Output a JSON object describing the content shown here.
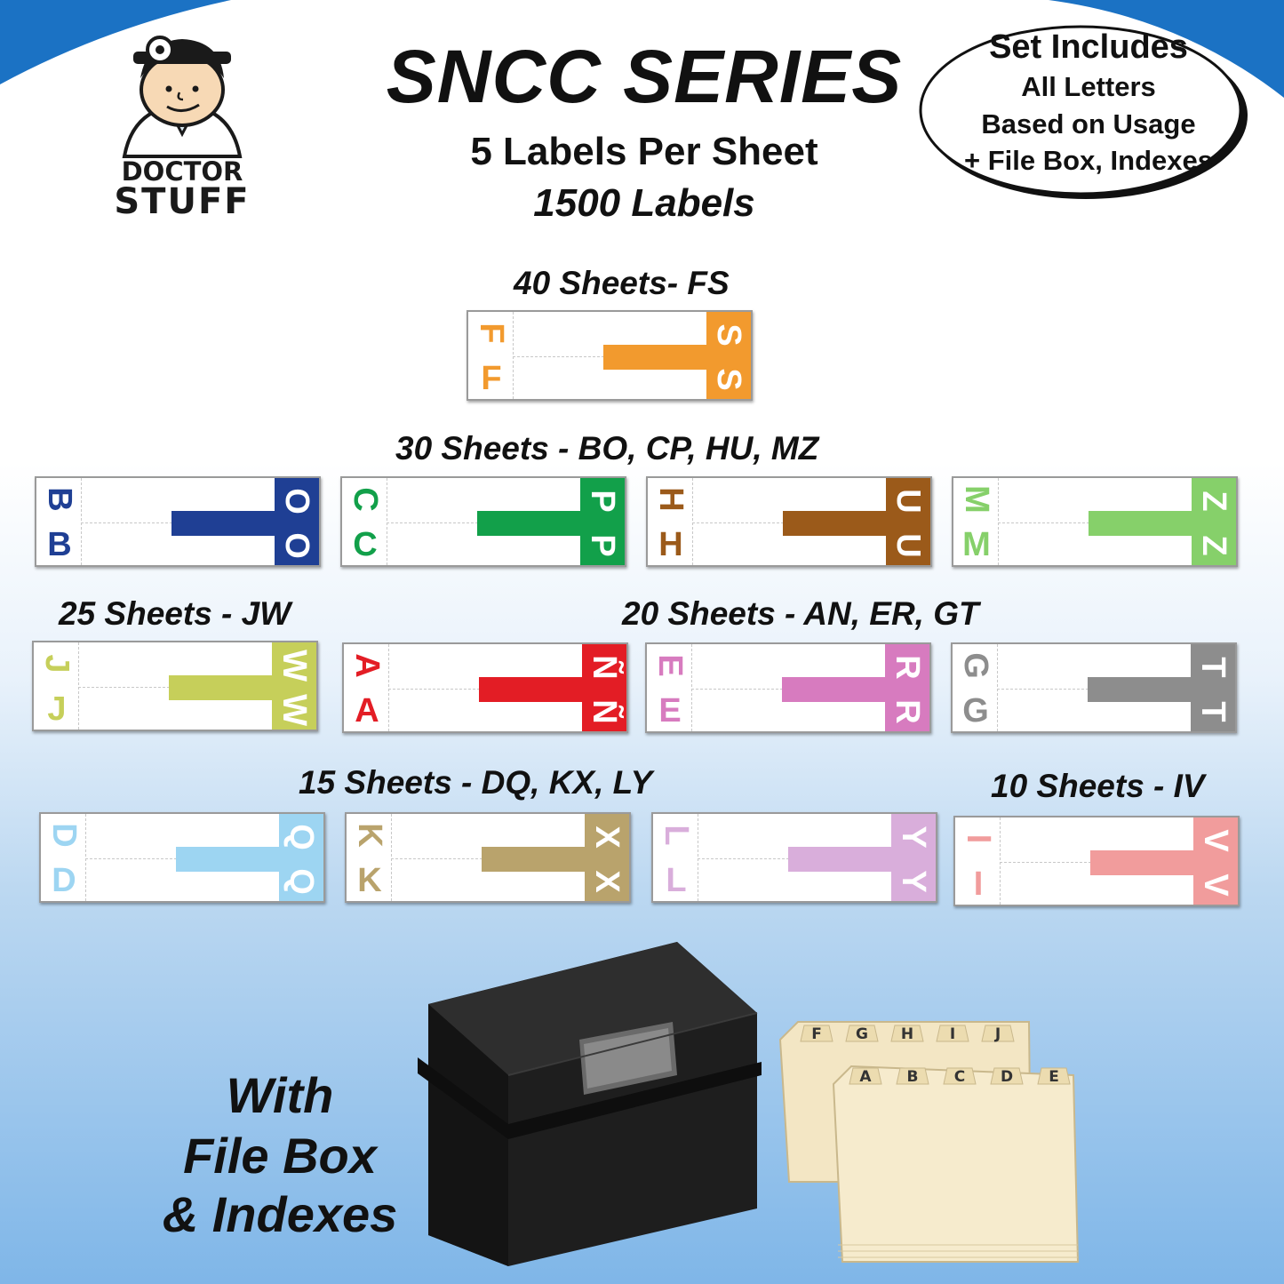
{
  "brand": {
    "line1": "DOCTOR",
    "line2": "STUFF"
  },
  "header": {
    "title": "SNCC SERIES",
    "subtitle": "5 Labels Per Sheet",
    "count": "1500 Labels"
  },
  "set_includes": {
    "heading": "Set Includes",
    "lines": [
      "All Letters",
      "Based on Usage",
      "+ File Box, Indexes"
    ]
  },
  "groups": [
    {
      "heading": "40 Sheets- FS"
    },
    {
      "heading": "30 Sheets - BO, CP, HU, MZ"
    },
    {
      "heading": "25 Sheets - JW"
    },
    {
      "heading": "20 Sheets - AN, ER, GT"
    },
    {
      "heading": "15 Sheets - DQ, KX, LY"
    },
    {
      "heading": "10 Sheets - IV"
    }
  ],
  "labels": [
    {
      "left": "F",
      "right": "S",
      "color": "#f29a2e"
    },
    {
      "left": "B",
      "right": "O",
      "color": "#1f3f94"
    },
    {
      "left": "C",
      "right": "P",
      "color": "#12a04a"
    },
    {
      "left": "H",
      "right": "U",
      "color": "#9b5a1a"
    },
    {
      "left": "M",
      "right": "Z",
      "color": "#86d06a"
    },
    {
      "left": "J",
      "right": "W",
      "color": "#c6cf5a"
    },
    {
      "left": "A",
      "right": "Ñ",
      "color": "#e31d25"
    },
    {
      "left": "E",
      "right": "R",
      "color": "#d77bbf"
    },
    {
      "left": "G",
      "right": "T",
      "color": "#8d8d8d"
    },
    {
      "left": "D",
      "right": "Q",
      "color": "#9dd5f2"
    },
    {
      "left": "K",
      "right": "X",
      "color": "#b9a36c"
    },
    {
      "left": "L",
      "right": "Y",
      "color": "#d9aedb"
    },
    {
      "left": "I",
      "right": "V",
      "color": "#f19c9c"
    }
  ],
  "index_tabs": {
    "back": [
      "F",
      "G",
      "H",
      "I",
      "J"
    ],
    "front": [
      "A",
      "B",
      "C",
      "D",
      "E"
    ]
  },
  "footer": {
    "line1": "With",
    "line2": "File Box",
    "line3": "& Indexes"
  }
}
